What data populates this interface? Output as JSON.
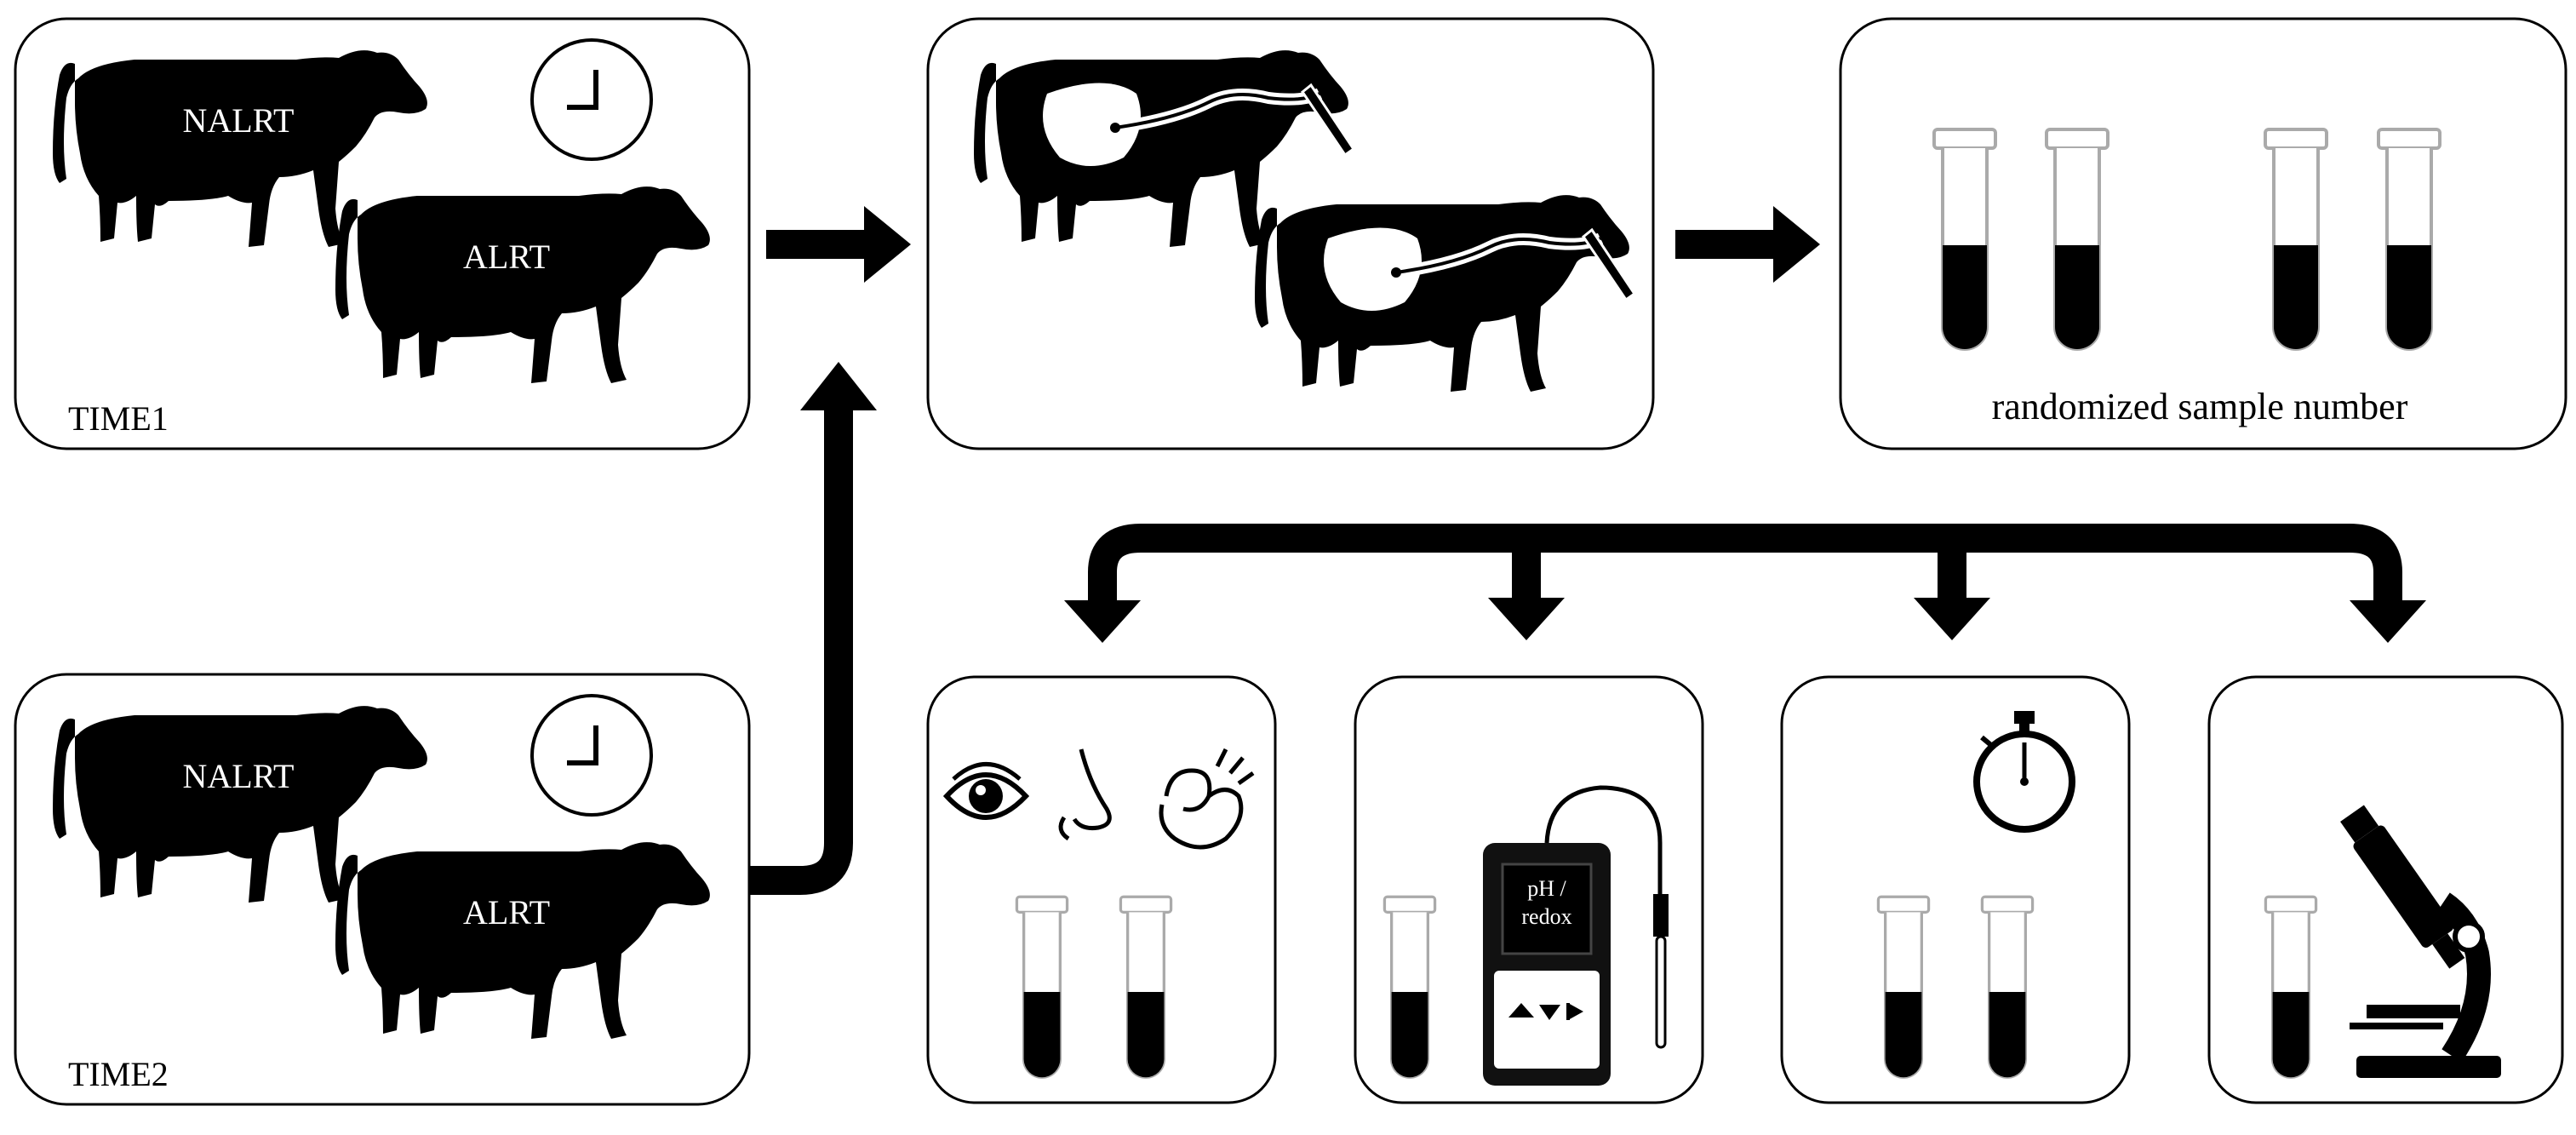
{
  "panels": {
    "time1": {
      "cow_top_label": "NALRT",
      "cow_bottom_label": "ALRT",
      "time_label": "TIME1",
      "icon": "clock-icon"
    },
    "time2": {
      "cow_top_label": "NALRT",
      "cow_bottom_label": "ALRT",
      "time_label": "TIME2",
      "icon": "clock-icon"
    },
    "sampling": {
      "icon": "rumen-probe-cow-icon"
    },
    "randomize": {
      "caption": "randomized sample number",
      "icon": "test-tube-icon"
    },
    "sensory": {
      "icons": [
        "eye-icon",
        "nose-icon",
        "ok-hand-icon",
        "test-tube-icon"
      ]
    },
    "meter": {
      "display_line1": "pH /",
      "display_line2": "redox",
      "icon": "ph-meter-icon"
    },
    "timing": {
      "icons": [
        "stopwatch-icon",
        "test-tube-icon"
      ]
    },
    "microscopy": {
      "icons": [
        "microscope-icon",
        "test-tube-icon"
      ]
    }
  },
  "colors": {
    "ink": "#000000",
    "background": "#ffffff",
    "box_border": "#000000"
  }
}
